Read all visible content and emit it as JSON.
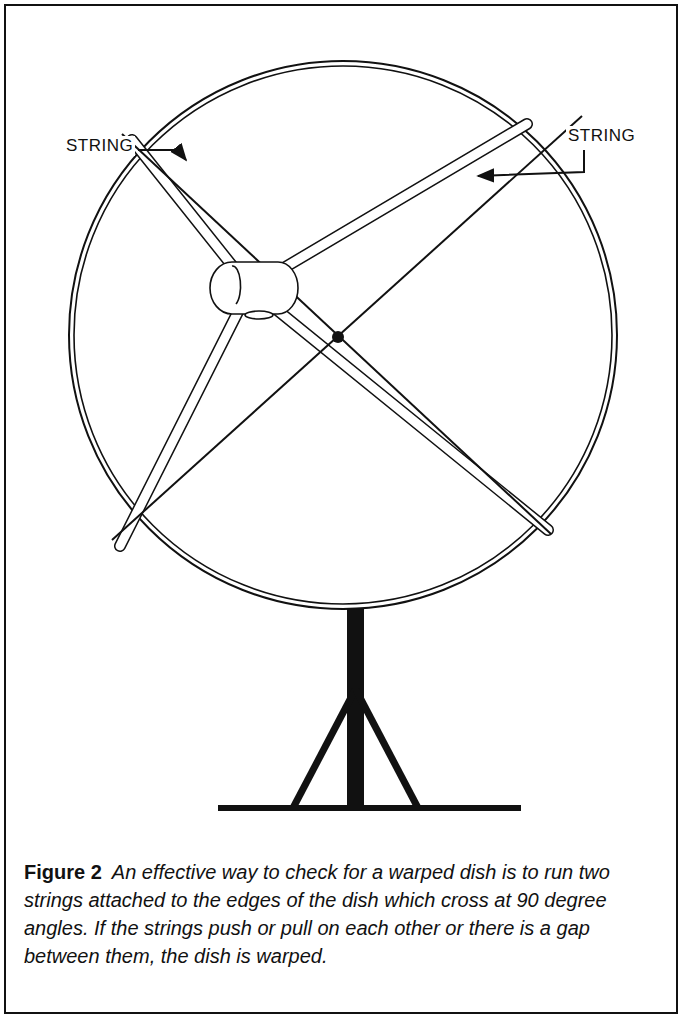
{
  "diagram": {
    "caption": "An effective way to check for a warped dish is to run two strings attached to the edges of the dish which cross at 90 degree angles. If the strings push or pull on each other or there is a gap between them, the dish is warped.",
    "labels": [
      "STRING",
      "STRING",
      "Figure 2"
    ]
  }
}
